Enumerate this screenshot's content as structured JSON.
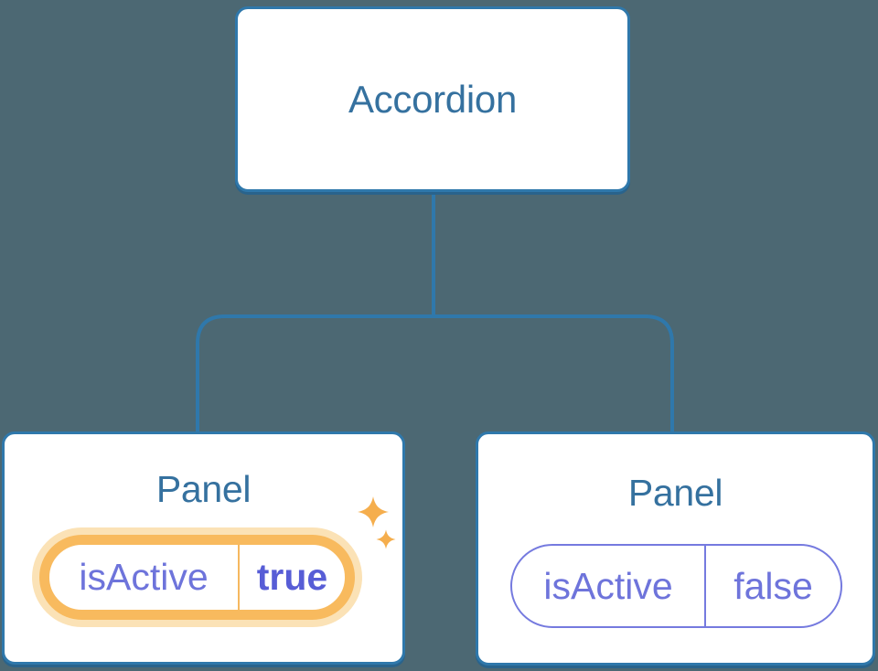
{
  "diagram": {
    "root": {
      "label": "Accordion"
    },
    "panels": [
      {
        "title": "Panel",
        "prop": {
          "name": "isActive",
          "value": "true"
        },
        "highlighted": true
      },
      {
        "title": "Panel",
        "prop": {
          "name": "isActive",
          "value": "false"
        },
        "highlighted": false
      }
    ]
  },
  "colors": {
    "bg": "#4C6873",
    "node-fill": "#FFFFFF",
    "blue-border": "#2F78AB",
    "blue-shadow": "#29638C",
    "blue-text": "#35719F",
    "connector": "#2F78AB",
    "purple-text": "#6E74DB",
    "purple-bold": "#575DD6",
    "purple-border": "#757ADF",
    "orange-ring": "#F8BA5E",
    "orange-halo": "#FBE2B6",
    "orange-divider": "#F6B85F",
    "sparkle": "#F5AE4D"
  }
}
